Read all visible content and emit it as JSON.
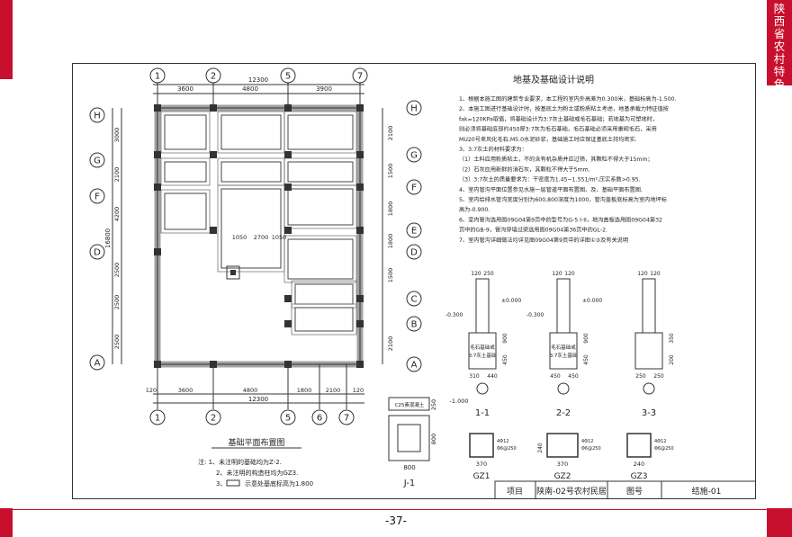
{
  "sidebar": {
    "title": "陕西省农村特色民居设计图集"
  },
  "page": {
    "number": "-37-"
  },
  "plan": {
    "top_axes": [
      "1",
      "2",
      "5",
      "7"
    ],
    "bottom_axes": [
      "1",
      "2",
      "5",
      "6",
      "7"
    ],
    "left_axes": [
      "H",
      "G",
      "F",
      "D",
      "A"
    ],
    "right_axes": [
      "H",
      "G",
      "F",
      "E",
      "D",
      "C",
      "B",
      "A"
    ],
    "top_total": "12300",
    "top_dims": [
      "3600",
      "4800",
      "3900"
    ],
    "bottom_dims": [
      "120",
      "3600",
      "4800",
      "1800",
      "2100",
      "120"
    ],
    "bottom_total": "12300",
    "left_total": "16800",
    "left_dims": [
      "3000",
      "2100",
      "4200",
      "2500",
      "2500",
      "2500"
    ],
    "right_dims": [
      "2100",
      "1500",
      "1800",
      "1800",
      "1500",
      "2100"
    ],
    "inner_dims": [
      "1050",
      "2700",
      "1050"
    ],
    "title": "基础平面布置图",
    "notes": [
      "注: 1、未注明的基础均为Z-2.",
      "2、未注明的构造柱均为GZ3.",
      "3、",
      "示意处基底标高为1.800"
    ]
  },
  "spec": {
    "title": "地基及基础设计说明",
    "lines": [
      "1、根据本施工图的建筑专业要求，本工程的室内外高差为0.300米，基础标高为-1.500.",
      "2、本施工图进行基础设计时，按基底土为粉土或粉质粘土考虑，地基承载力特征值按",
      "fak=120KPa取值，将基础设计为3:7灰土基础或毛石基础；若地基为可塑地时，",
      "则必须将基础底部约450厚3:7灰为毛石基础，毛石基础必须采用重砌毛石，采用",
      "MU20号来风化毛石,M5.0水泥砂浆，基础施工时应保证基底土持均密实.",
      "3、3:7灰土的材料要求为：",
      "（1）土料应用粉质粘土，不的含有机杂质并应过筛，其颗粒不得大于15mm；",
      "（2）石灰应用新鲜的消石灰，其颗粒不得大于5mm.",
      "（3）3:7灰土的质量要求为：干密度为1.45~1.551/m²,压实系数>0.95.",
      "4、室内管沟平面位置参见水施一层管道平面布置图、及、基础平面布置图.",
      "5、室内给排水管沟宽度分别为600,800深度为1000，管沟盖板底标高为室内地坪标",
      "高为-0.900.",
      "6、室内管沟选用图09G04第9页中的型号为G-5 I-II，地沟盖板选用图09G04第32",
      "页中的GB-9，管沟穿墙过梁选用图09G04第36页中的GL-2.",
      "7、室内管沟详细做法均详见图09G04第9页中的详图①③及有关说明"
    ]
  },
  "sections": [
    {
      "label": "1-1",
      "widths": [
        "120",
        "250"
      ],
      "bottom": [
        "310",
        "440"
      ],
      "levels": [
        "±0.000",
        "-0.300"
      ],
      "material": [
        "毛石基础或",
        "3:7灰土基础"
      ],
      "heights": [
        "900",
        "450"
      ]
    },
    {
      "label": "2-2",
      "widths": [
        "120",
        "120"
      ],
      "bottom": [
        "450",
        "450"
      ],
      "levels": [
        "±0.000",
        "-0.300"
      ],
      "material": [
        "毛石基础或",
        "3:7灰土基础"
      ],
      "heights": [
        "900",
        "450"
      ]
    },
    {
      "label": "3-3",
      "widths": [
        "120",
        "120"
      ],
      "bottom": [
        "250",
        "250"
      ],
      "levels": [],
      "material": [],
      "heights": [
        "350",
        "200"
      ]
    }
  ],
  "detail_j1": {
    "label": "J-1",
    "concrete": "C25素混凝土",
    "level": "-1.000",
    "width": "800",
    "heights": [
      "250",
      "800"
    ]
  },
  "columns": [
    {
      "label": "GZ1",
      "size": "370",
      "rebar": [
        "4Φ12",
        "Φ6@250"
      ]
    },
    {
      "label": "GZ2",
      "size": "370",
      "depth": "240",
      "rebar": [
        "4Φ12",
        "Φ6@250"
      ]
    },
    {
      "label": "GZ3",
      "size": "240",
      "rebar": [
        "4Φ12",
        "Φ6@250"
      ]
    }
  ],
  "title_block": {
    "item_label": "项目",
    "item_value": "陕南-02号农村民居",
    "drawing_label": "图号",
    "drawing_value": "结施-01"
  }
}
